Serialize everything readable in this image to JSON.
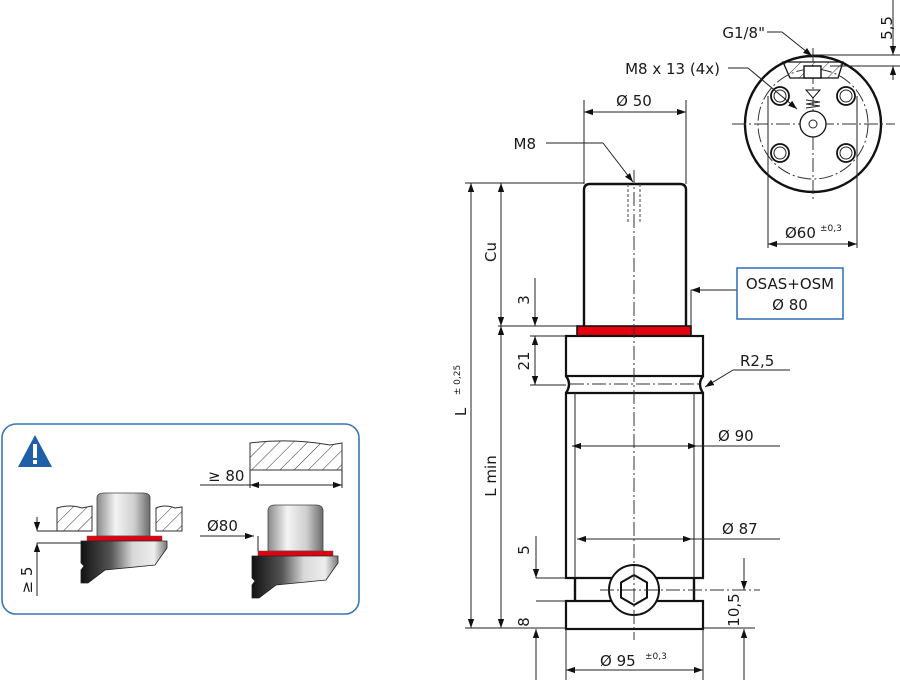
{
  "drawing": {
    "title": "Gas spring dimensional drawing",
    "colors": {
      "seal": "#e3000f",
      "callout_border": "#2d6db5",
      "warning_icon": "#1f5fa8",
      "panel_border": "#3a76b8"
    },
    "top_view": {
      "port_label": "G1/8\"",
      "thread_label": "M8 x 13 (4x)",
      "depth_label": "5,5",
      "bolt_circle_label": "Ø60",
      "bolt_circle_tol": "±0,3"
    },
    "side_view": {
      "rod_diameter": "Ø 50",
      "rod_thread": "M8",
      "stroke_label": "Cu",
      "seal_gap": "3",
      "collar_height": "21",
      "radius_label": "R2,5",
      "body_diameter": "Ø 90",
      "groove_diameter": "Ø 87",
      "groove_height": "5",
      "base_height": "8",
      "port_height": "10,5",
      "base_diameter": "Ø 95",
      "base_diameter_tol": "±0,3",
      "length_label": "L",
      "length_tol": "± 0,25",
      "min_length_label": "L min",
      "callout_line1": "OSAS+OSM",
      "callout_line2": "Ø 80"
    },
    "warning_panel": {
      "icon": "warning-triangle-icon",
      "left_clearance": "≥ 5",
      "hole_min_width": "≥ 80",
      "seal_diameter": "Ø80"
    }
  }
}
